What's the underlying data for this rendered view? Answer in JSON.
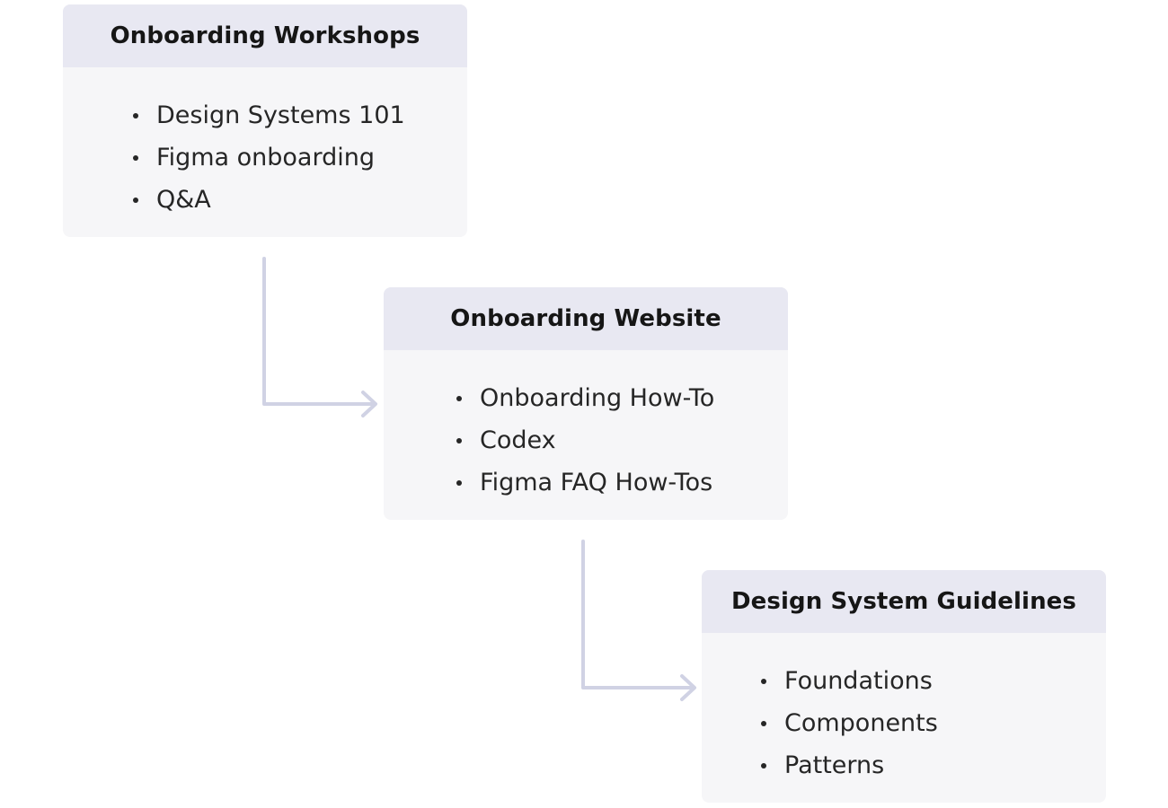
{
  "colors": {
    "header_bg": "#e8e8f2",
    "body_bg": "#f6f6f8",
    "connector": "#d0d2e4",
    "text": "#161616"
  },
  "cards": [
    {
      "title": "Onboarding Workshops",
      "items": [
        "Design Systems 101",
        "Figma onboarding",
        "Q&A"
      ]
    },
    {
      "title": "Onboarding Website",
      "items": [
        "Onboarding How-To",
        "Codex",
        "Figma FAQ How-Tos"
      ]
    },
    {
      "title": "Design System Guidelines",
      "items": [
        "Foundations",
        "Components",
        "Patterns"
      ]
    }
  ]
}
